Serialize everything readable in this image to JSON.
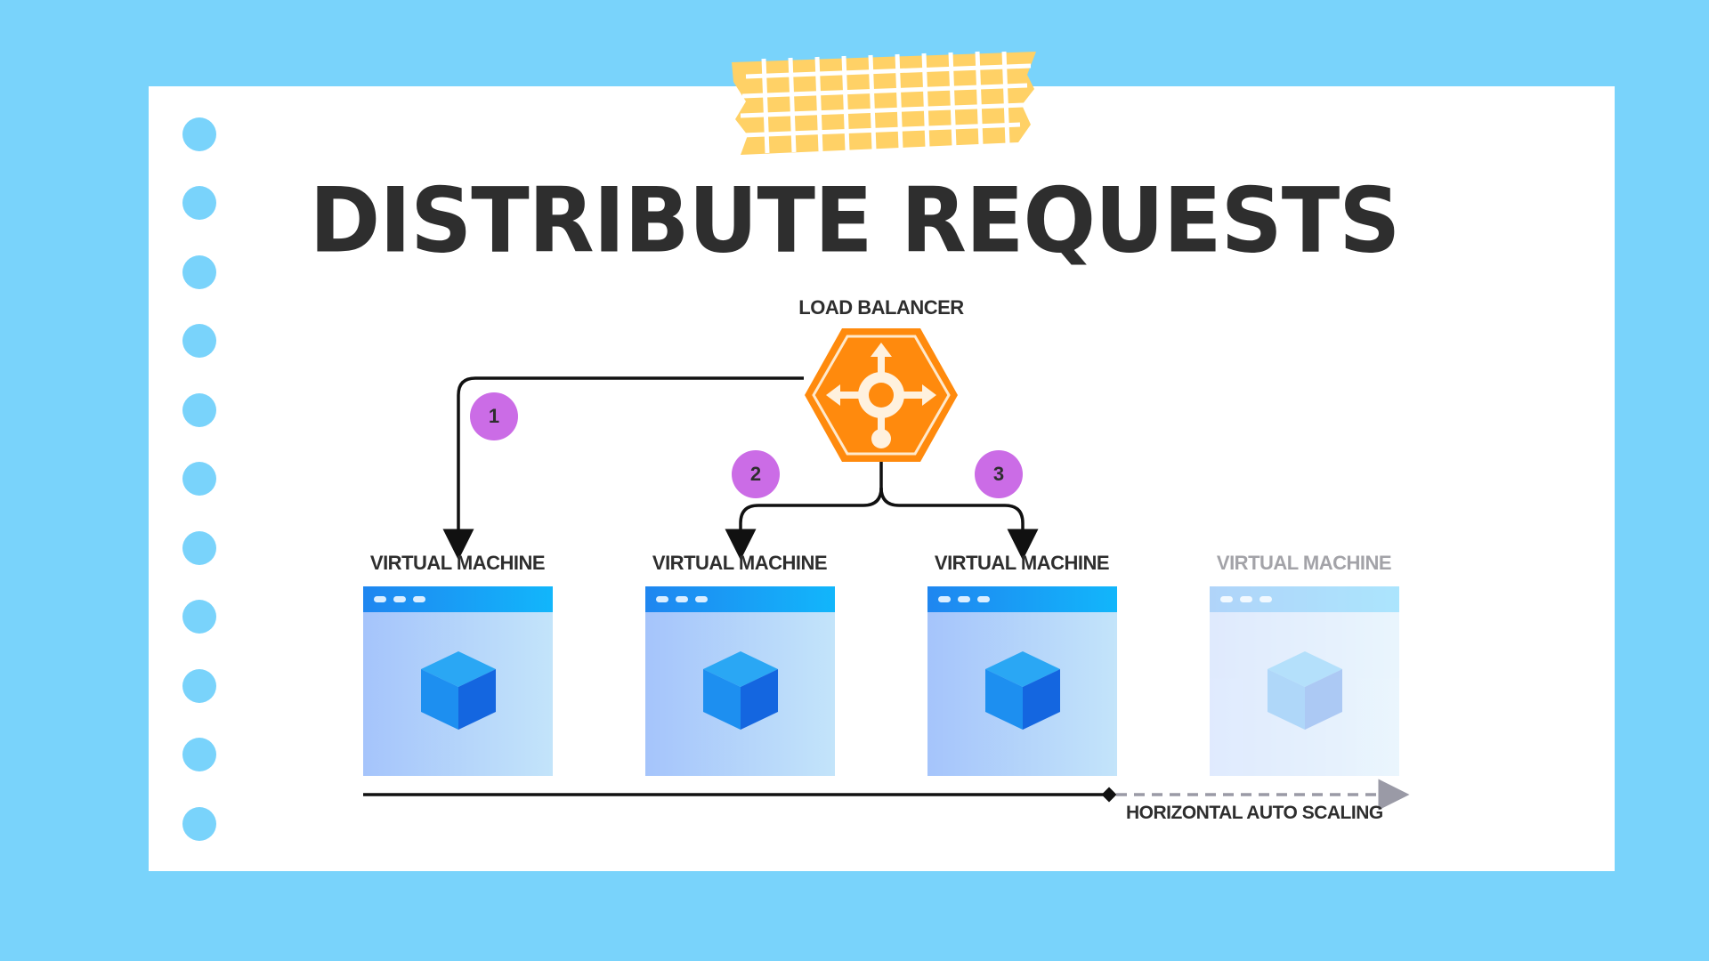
{
  "title": "DISTRIBUTE REQUESTS",
  "load_balancer": {
    "label": "LOAD BALANCER",
    "icon": "load-balancer-hexagon-icon",
    "color": "#ff8a0d"
  },
  "badges": [
    "1",
    "2",
    "3"
  ],
  "virtual_machines": [
    {
      "label": "VIRTUAL MACHINE",
      "state": "active"
    },
    {
      "label": "VIRTUAL MACHINE",
      "state": "active"
    },
    {
      "label": "VIRTUAL MACHINE",
      "state": "active"
    },
    {
      "label": "VIRTUAL MACHINE",
      "state": "faded"
    }
  ],
  "scaling": {
    "label": "HORIZONTAL AUTO SCALING"
  },
  "colors": {
    "background": "#79d3fb",
    "paper": "#ffffff",
    "tape": "#ffd166",
    "badge": "#cb6ce6",
    "text": "#2e2e2e",
    "vm_bar": "#1f86f0",
    "cube": "#1d8ff0"
  }
}
